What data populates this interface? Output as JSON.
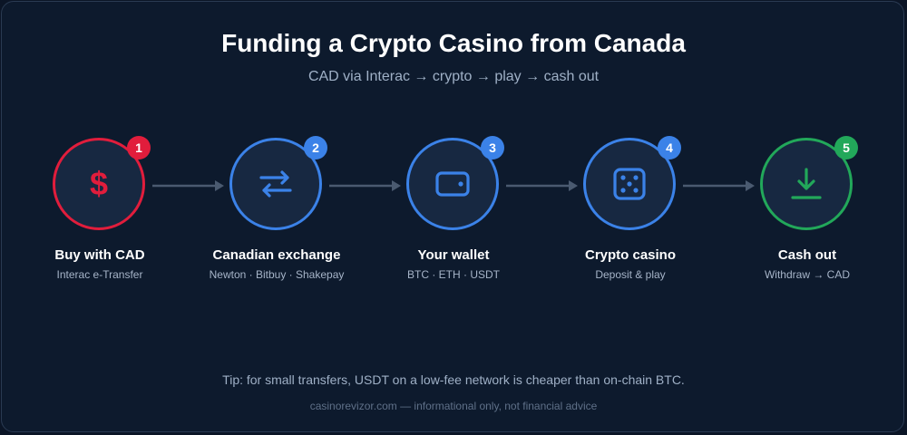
{
  "title": "Funding a Crypto Casino from Canada",
  "subtitle": "CAD via Interac → crypto → play → cash out",
  "steps": [
    {
      "number": "1",
      "icon": "dollar-sign-icon",
      "title": "Buy with CAD",
      "subtitle": "Interac e-Transfer",
      "color": "#e11d3c"
    },
    {
      "number": "2",
      "icon": "exchange-arrows-icon",
      "title": "Canadian exchange",
      "subtitle": "Newton · Bitbuy · Shakepay",
      "color": "#3b82e8"
    },
    {
      "number": "3",
      "icon": "wallet-icon",
      "title": "Your wallet",
      "subtitle": "BTC · ETH · USDT",
      "color": "#3b82e8"
    },
    {
      "number": "4",
      "icon": "dice-icon",
      "title": "Crypto casino",
      "subtitle": "Deposit & play",
      "color": "#3b82e8"
    },
    {
      "number": "5",
      "icon": "download-icon",
      "title": "Cash out",
      "subtitle": "Withdraw → CAD",
      "color": "#22a85a"
    }
  ],
  "tip": "Tip: for small transfers, USDT on a low-fee network is cheaper than on-chain BTC.",
  "footer": "casinorevizor.com — informational only, not financial advice"
}
